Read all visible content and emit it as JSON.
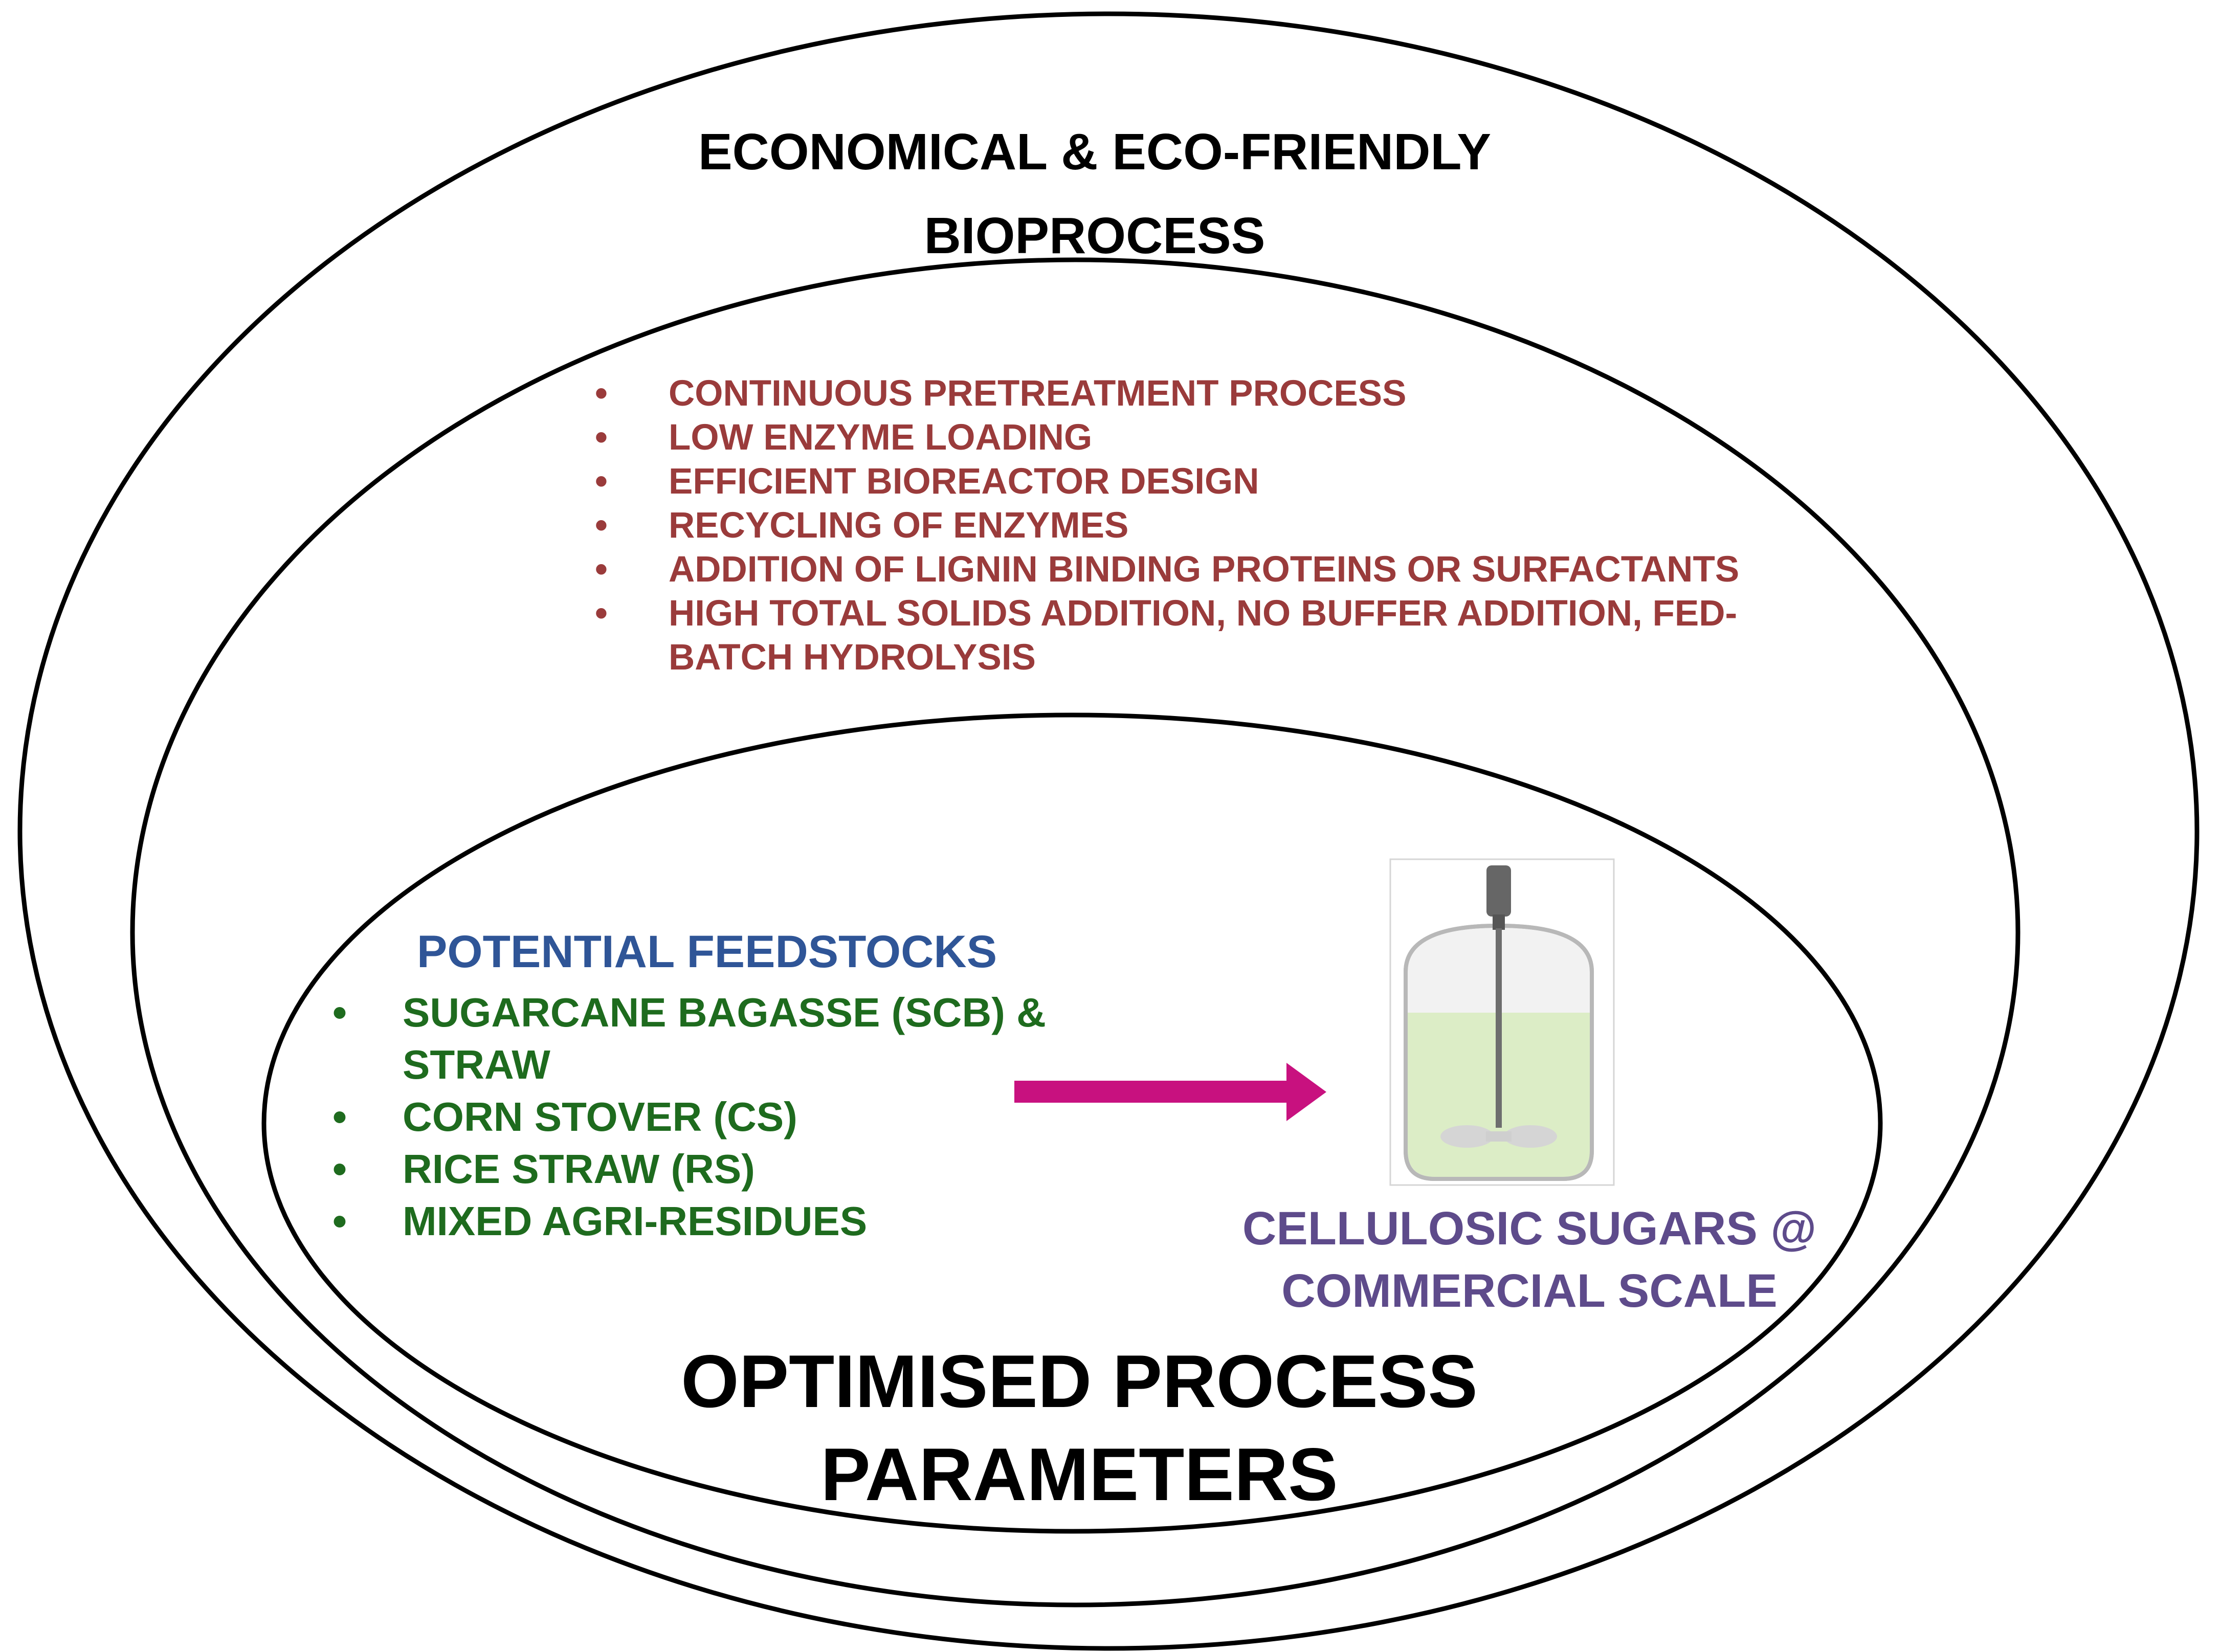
{
  "outer_ring": {
    "title_lines": [
      "ECONOMICAL & ECO-FRIENDLY",
      "BIOPROCESS"
    ]
  },
  "middle_ring": {
    "strategies": [
      "CONTINUOUS PRETREATMENT PROCESS",
      "LOW ENZYME LOADING",
      "EFFICIENT BIOREACTOR DESIGN",
      "RECYCLING OF ENZYMES",
      "ADDITION OF LIGNIN BINDING PROTEINS OR SURFACTANTS",
      "HIGH TOTAL SOLIDS ADDITION, NO BUFFER ADDITION, FED-BATCH HYDROLYSIS"
    ],
    "bullet": "•"
  },
  "inner_ring": {
    "feedstocks_title": "POTENTIAL FEEDSTOCKS",
    "feedstocks": [
      "SUGARCANE BAGASSE (SCB) & STRAW",
      "CORN STOVER (CS)",
      "RICE STRAW (RS)",
      "MIXED AGRI-RESIDUES"
    ],
    "bullet": "•",
    "product_lines": [
      "CELLULOSIC SUGARS @",
      "COMMERCIAL SCALE"
    ],
    "title_lines": [
      "OPTIMISED PROCESS",
      "PARAMETERS"
    ]
  },
  "colors": {
    "strategies": "#9a3b3b",
    "feedstocks_title": "#2f5597",
    "feedstocks": "#1e6b1e",
    "product": "#5e4b8b",
    "arrow": "#c8117f",
    "bioreactor_liquid": "#dcedc6",
    "bioreactor_vessel": "#f2f2f2",
    "bioreactor_motor": "#555555"
  },
  "icons": {
    "arrow": "right-arrow-icon",
    "bioreactor": "bioreactor-icon"
  }
}
